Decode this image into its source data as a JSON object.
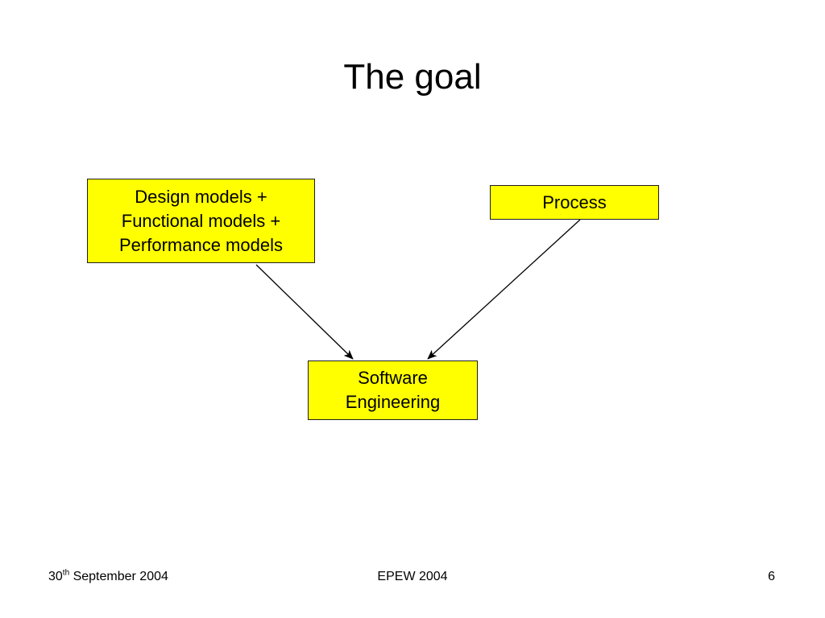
{
  "slide": {
    "title": "The goal"
  },
  "diagram": {
    "nodes": {
      "models": {
        "lines": [
          "Design models +",
          "Functional models +",
          "Performance models"
        ]
      },
      "process": {
        "label": "Process"
      },
      "software_engineering": {
        "lines": [
          "Software",
          "Engineering"
        ]
      }
    },
    "edges": [
      {
        "from": "models",
        "to": "software_engineering"
      },
      {
        "from": "process",
        "to": "software_engineering"
      }
    ],
    "colors": {
      "node_fill": "#ffff00",
      "node_border": "#1f1f1f",
      "edge": "#000000"
    }
  },
  "footer": {
    "date_day": "30",
    "date_suffix": "th",
    "date_rest": " September 2004",
    "event": "EPEW 2004",
    "page_number": "6"
  }
}
